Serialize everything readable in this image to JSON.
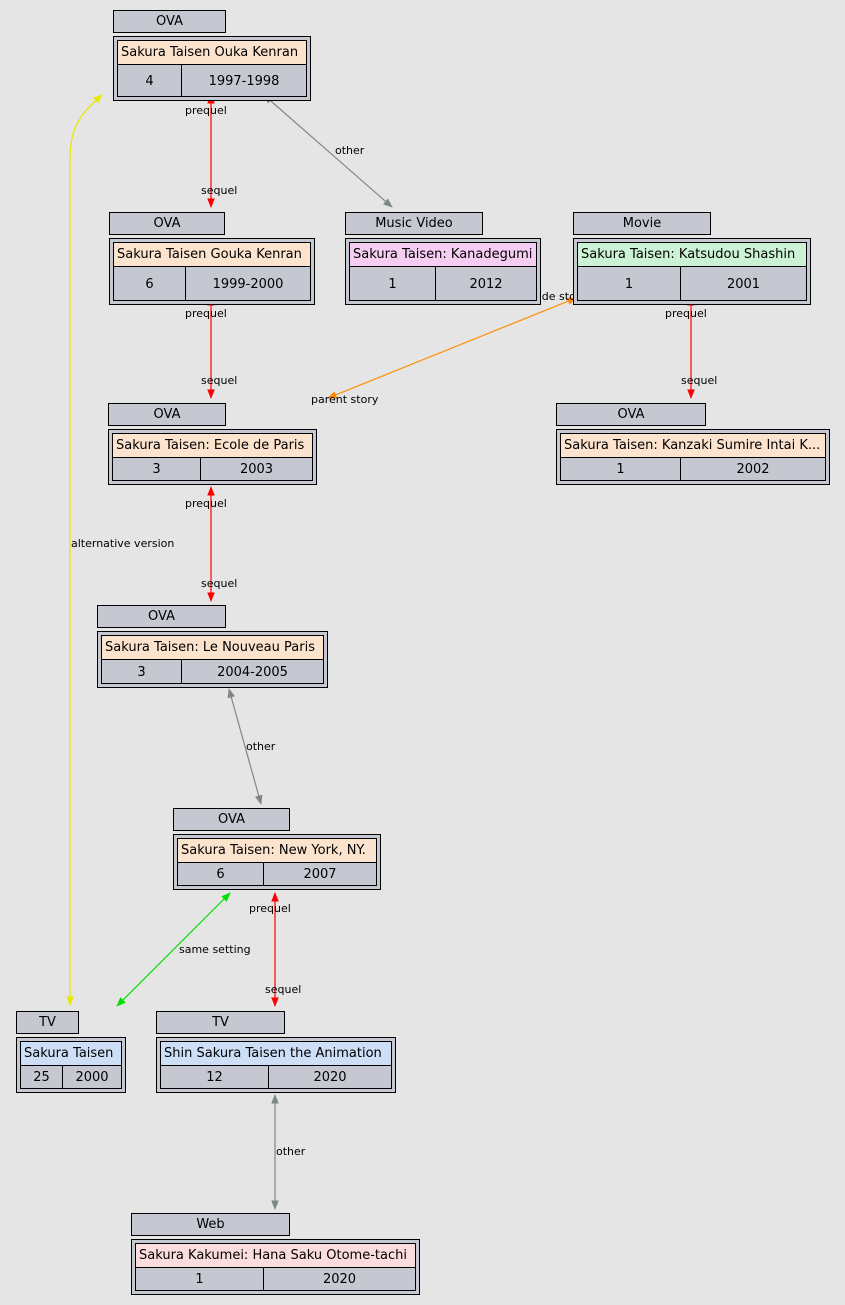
{
  "colors": {
    "background": "#e5e5e5",
    "node_gray": "#c5c8d0",
    "ova_fill": "#fbe3cd",
    "music_fill": "#f6cdf2",
    "movie_fill": "#ccf2d5",
    "tv_fill": "#cddff6",
    "web_fill": "#fbdcdd",
    "prequel_sequel": "#ff0000",
    "other": "#7f8880",
    "alternative": "#e8e800",
    "same_setting": "#00e000",
    "side_parent": "#ff8c00"
  },
  "nodes": [
    {
      "id": "ouka",
      "type": "OVA",
      "title": "Sakura Taisen Ouka Kenran",
      "episodes": "4",
      "years": "1997-1998",
      "fill": "#fbe3cd"
    },
    {
      "id": "gouka",
      "type": "OVA",
      "title": "Sakura Taisen Gouka Kenran",
      "episodes": "6",
      "years": "1999-2000",
      "fill": "#fbe3cd"
    },
    {
      "id": "kanadegumi",
      "type": "Music Video",
      "title": "Sakura Taisen: Kanadegumi",
      "episodes": "1",
      "years": "2012",
      "fill": "#f6cdf2"
    },
    {
      "id": "katsudou",
      "type": "Movie",
      "title": "Sakura Taisen: Katsudou Shashin",
      "episodes": "1",
      "years": "2001",
      "fill": "#ccf2d5"
    },
    {
      "id": "ecole",
      "type": "OVA",
      "title": "Sakura Taisen: Ecole de Paris",
      "episodes": "3",
      "years": "2003",
      "fill": "#fbe3cd"
    },
    {
      "id": "kanzaki",
      "type": "OVA",
      "title": "Sakura Taisen: Kanzaki Sumire Intai K...",
      "episodes": "1",
      "years": "2002",
      "fill": "#fbe3cd"
    },
    {
      "id": "nouveau",
      "type": "OVA",
      "title": "Sakura Taisen: Le Nouveau Paris",
      "episodes": "3",
      "years": "2004-2005",
      "fill": "#fbe3cd"
    },
    {
      "id": "newyork",
      "type": "OVA",
      "title": "Sakura Taisen: New York, NY.",
      "episodes": "6",
      "years": "2007",
      "fill": "#fbe3cd"
    },
    {
      "id": "tv",
      "type": "TV",
      "title": "Sakura Taisen",
      "episodes": "25",
      "years": "2000",
      "fill": "#cddff6"
    },
    {
      "id": "shin",
      "type": "TV",
      "title": "Shin Sakura Taisen the Animation",
      "episodes": "12",
      "years": "2020",
      "fill": "#cddff6"
    },
    {
      "id": "kakumei",
      "type": "Web",
      "title": "Sakura Kakumei: Hana Saku Otome-tachi",
      "episodes": "1",
      "years": "2020",
      "fill": "#fbdcdd"
    }
  ],
  "edges": [
    {
      "id": "ouka-gouka",
      "color": "#ff0000",
      "from_label": "prequel",
      "to_label": "sequel"
    },
    {
      "id": "ouka-kanadegumi",
      "color": "#7f8880",
      "label": "other"
    },
    {
      "id": "gouka-ecole",
      "color": "#ff0000",
      "from_label": "prequel",
      "to_label": "sequel"
    },
    {
      "id": "katsudou-ecole",
      "color": "#ff8c00",
      "from_label": "side story",
      "to_label": "parent story"
    },
    {
      "id": "katsudou-kanzaki",
      "color": "#ff0000",
      "from_label": "prequel",
      "to_label": "sequel"
    },
    {
      "id": "ecole-nouveau",
      "color": "#ff0000",
      "from_label": "prequel",
      "to_label": "sequel"
    },
    {
      "id": "ouka-tv",
      "color": "#e8e800",
      "label": "alternative version"
    },
    {
      "id": "nouveau-newyork",
      "color": "#7f8880",
      "label": "other"
    },
    {
      "id": "newyork-tv",
      "color": "#00e000",
      "label": "same setting"
    },
    {
      "id": "newyork-shin",
      "color": "#ff0000",
      "from_label": "prequel",
      "to_label": "sequel"
    },
    {
      "id": "shin-kakumei",
      "color": "#7f8880",
      "label": "other"
    }
  ]
}
